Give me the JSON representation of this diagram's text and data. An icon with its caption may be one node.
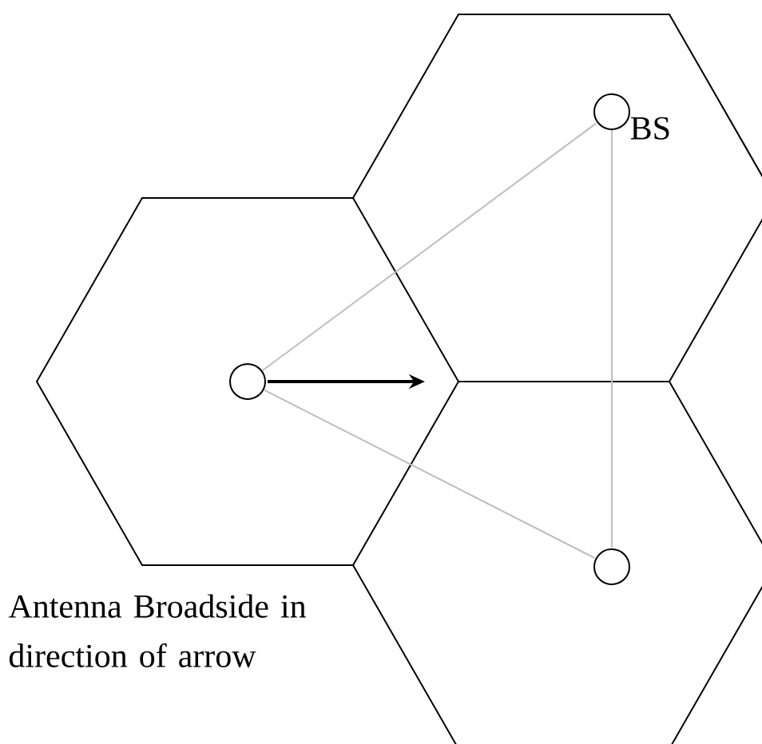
{
  "diagram": {
    "nodes": [
      {
        "text": [],
        "shape": "circle"
      },
      {
        "text": [],
        "shape": "circle",
        "beside": [
          "BS"
        ]
      },
      {
        "text": [],
        "shape": "circle"
      }
    ],
    "edges": [
      {
        "from": 0,
        "to": 1,
        "arrow": "none"
      },
      {
        "from": 0,
        "to": 2,
        "arrow": "none"
      },
      {
        "from": 1,
        "to": 2,
        "arrow": "none"
      }
    ],
    "labels": [
      "Antenna Broadside in direction of arrow"
    ]
  }
}
